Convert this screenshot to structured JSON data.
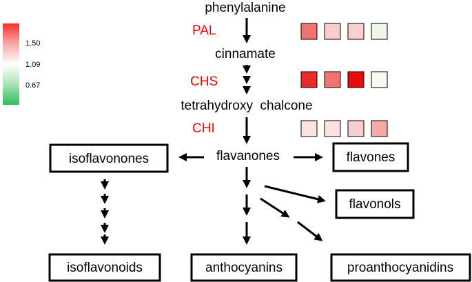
{
  "colors": {
    "enzyme_label": "#ff0000",
    "arrow": "#000000",
    "box_stroke": "#000000",
    "legend_gradient": [
      "#ff2b2b",
      "#f6a9a9",
      "#ffffff",
      "#a9e3b5",
      "#2ebd5a"
    ]
  },
  "legend": {
    "ticks": [
      "1.50",
      "1.09",
      "0.67"
    ]
  },
  "pathway": {
    "metabolites": {
      "phenylalanine": "phenylalanine",
      "cinnamate": "cinnamate",
      "chalcone": "tetrahydroxy  chalcone",
      "flavanones": "flavanones"
    },
    "enzymes": [
      {
        "label": "PAL",
        "cells": [
          "#f27171",
          "#f9cdcd",
          "#f9cfcf",
          "#eef7e8"
        ]
      },
      {
        "label": "CHS",
        "cells": [
          "#ea2a2a",
          "#f07373",
          "#e80d0d",
          "#f6faf1"
        ]
      },
      {
        "label": "CHI",
        "cells": [
          "#fbe1e1",
          "#fbe3e3",
          "#f9cdcd",
          "#f6a9a9"
        ]
      }
    ],
    "products": {
      "isoflavonones": "isoflavonones",
      "flavones": "flavones",
      "flavonols": "flavonols",
      "isoflavonoids": "isoflavonoids",
      "anthocyanins": "anthocyanins",
      "proanthocyanidins": "proanthocyanidins"
    }
  }
}
